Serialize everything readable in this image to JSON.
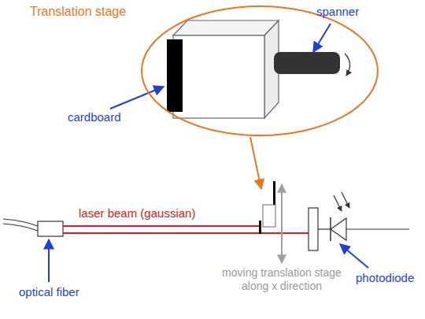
{
  "diagram": {
    "nodes": [
      {
        "text": [
          "Translation stage"
        ]
      }
    ],
    "labels": [
      "spanner",
      "cardboard",
      "laser beam (gaussian)",
      "optical fiber",
      "moving translation stage along x direction",
      "photodiode"
    ]
  }
}
